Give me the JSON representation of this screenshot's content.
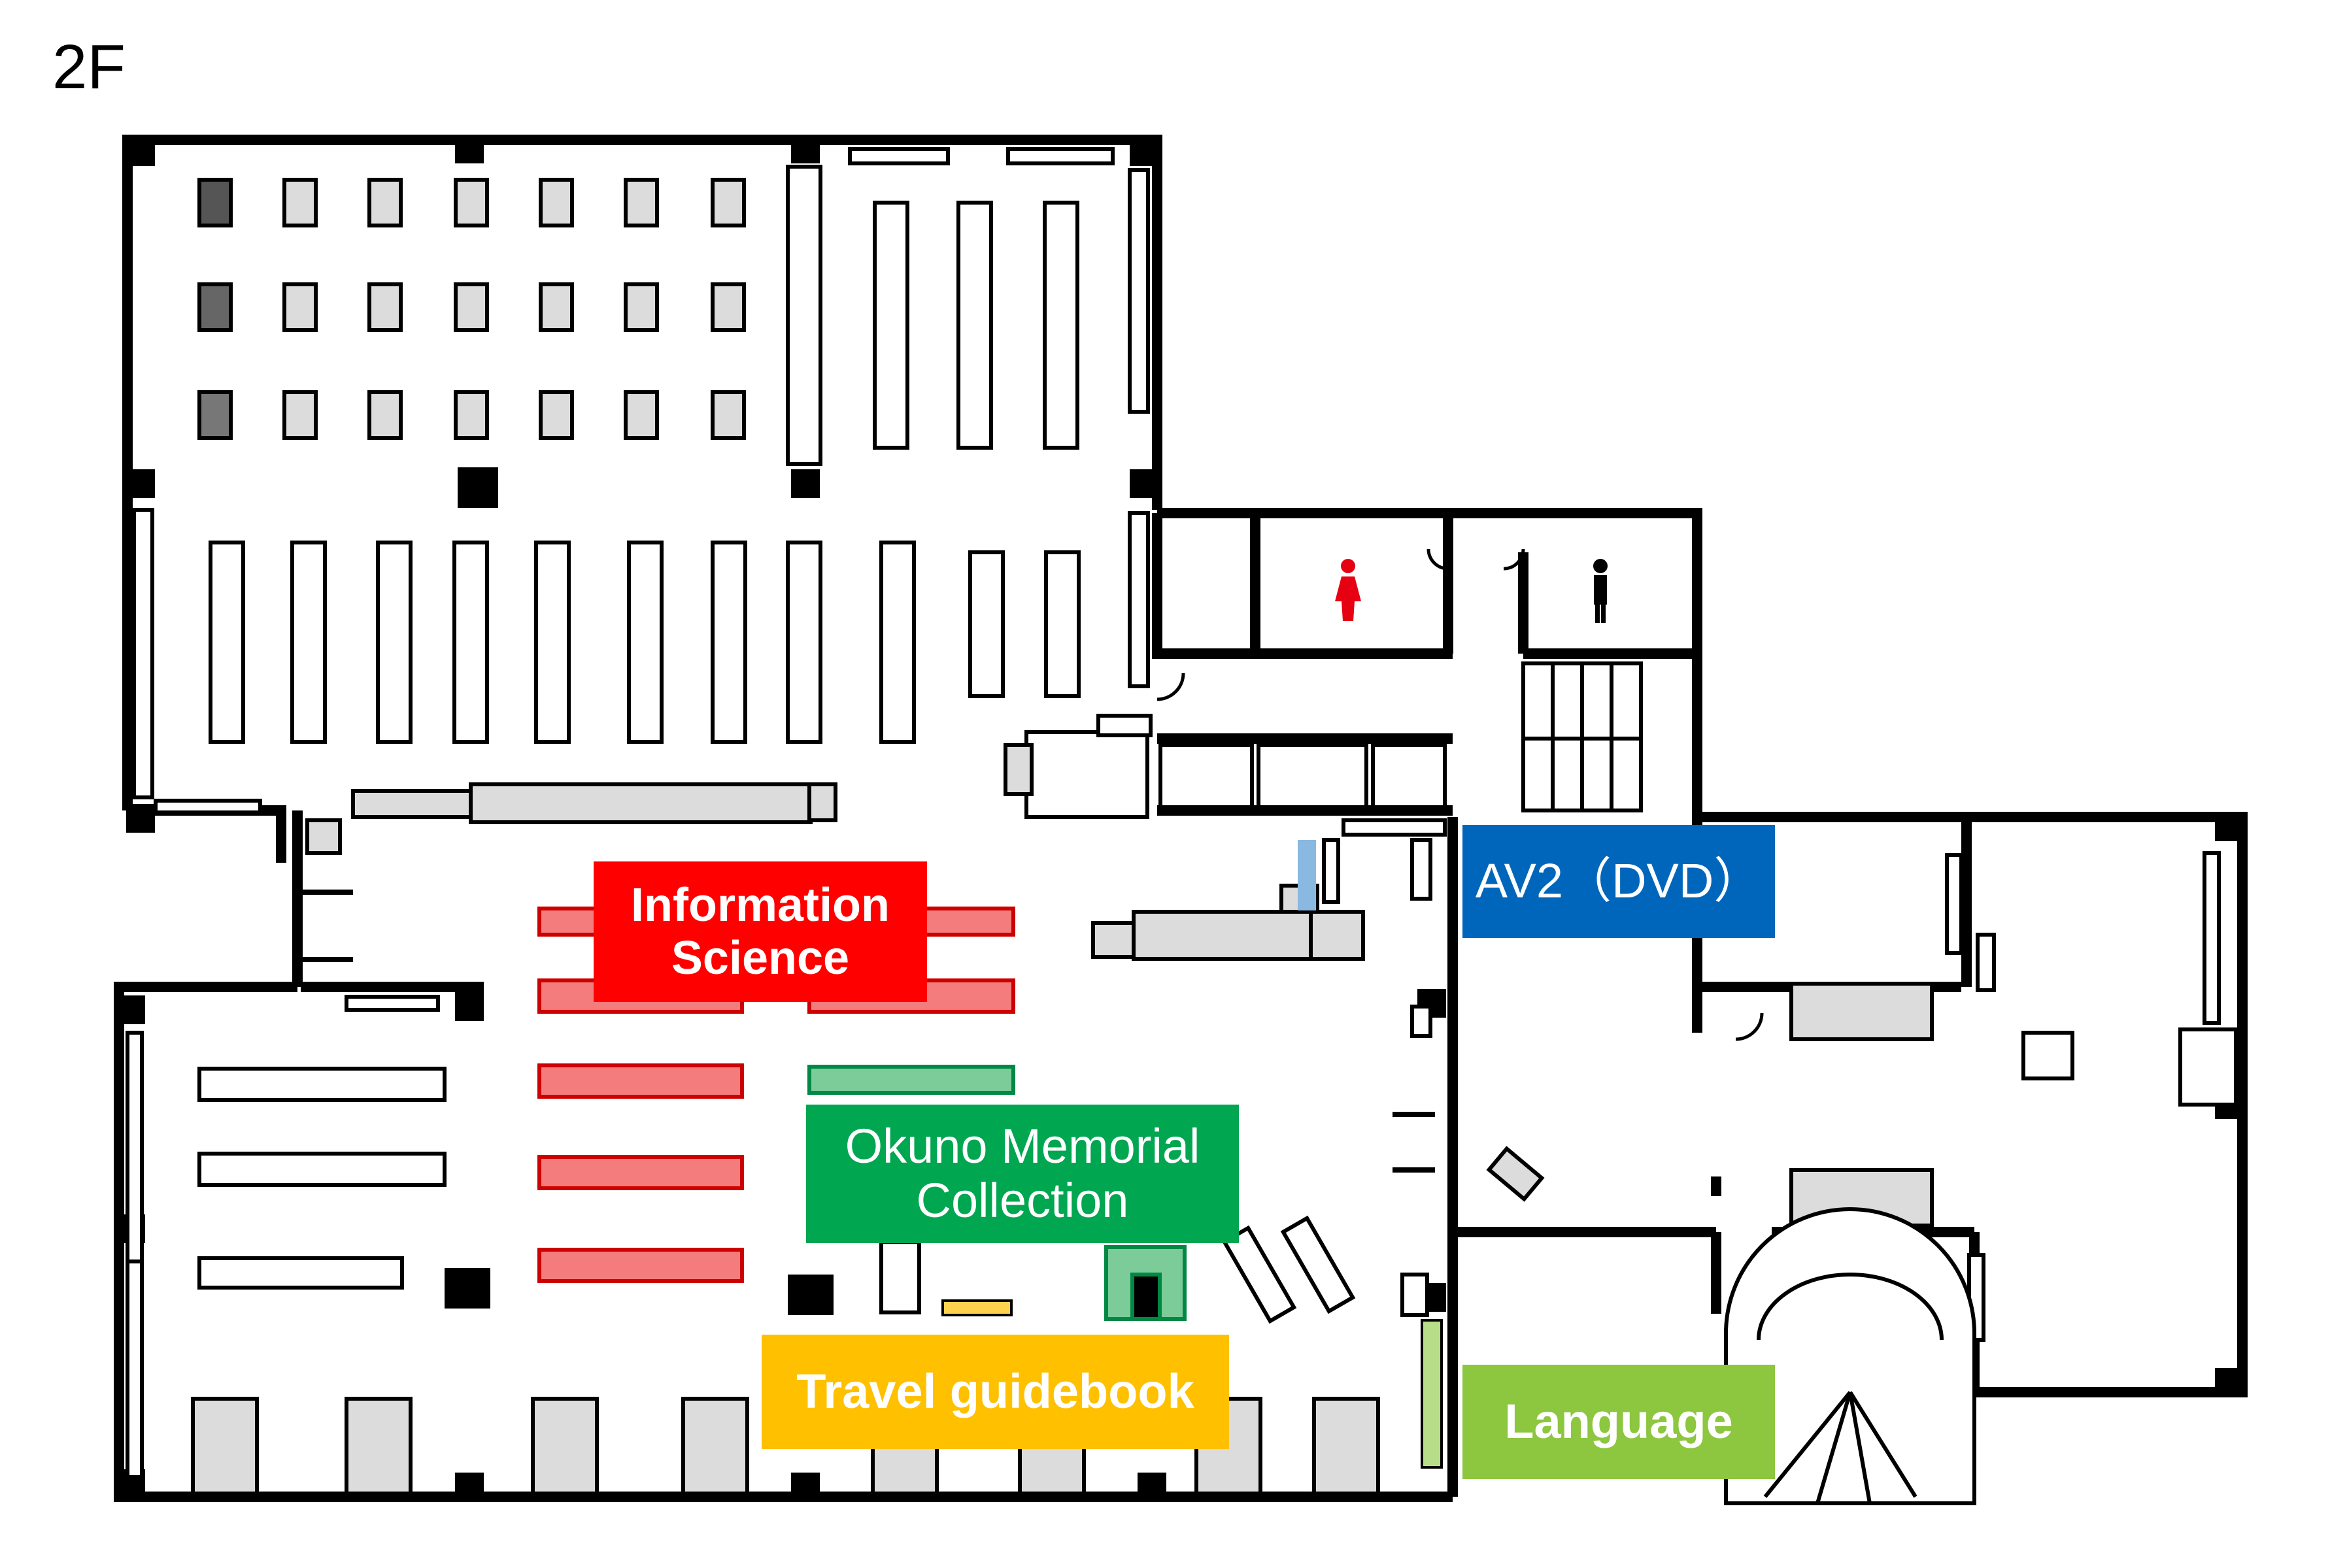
{
  "floor": {
    "label": "2F"
  },
  "zones": {
    "information_science": {
      "label": "Information\nScience",
      "color": "#ff0000",
      "shelf_color": "#f47c7c"
    },
    "av2": {
      "label": "AV2（DVD）",
      "color": "#0066bb"
    },
    "okuno": {
      "label": "Okuno Memorial\nCollection",
      "color": "#00a650",
      "shelf_color": "#7ccc99"
    },
    "travel": {
      "label": "Travel guidebook",
      "color": "#ffc000",
      "shelf_color": "#ffd24d"
    },
    "language": {
      "label": "Language",
      "color": "#8dc63f",
      "shelf_color": "#b8dd88"
    }
  },
  "icons": {
    "women": {
      "name": "women-restroom-icon",
      "color": "#e60012"
    },
    "men": {
      "name": "men-restroom-icon",
      "color": "#000000"
    }
  },
  "palette": {
    "wall": "#000000",
    "furniture": "#dcdcdc",
    "dark_furniture": "#555555",
    "av_marker": "#89b8e0"
  }
}
